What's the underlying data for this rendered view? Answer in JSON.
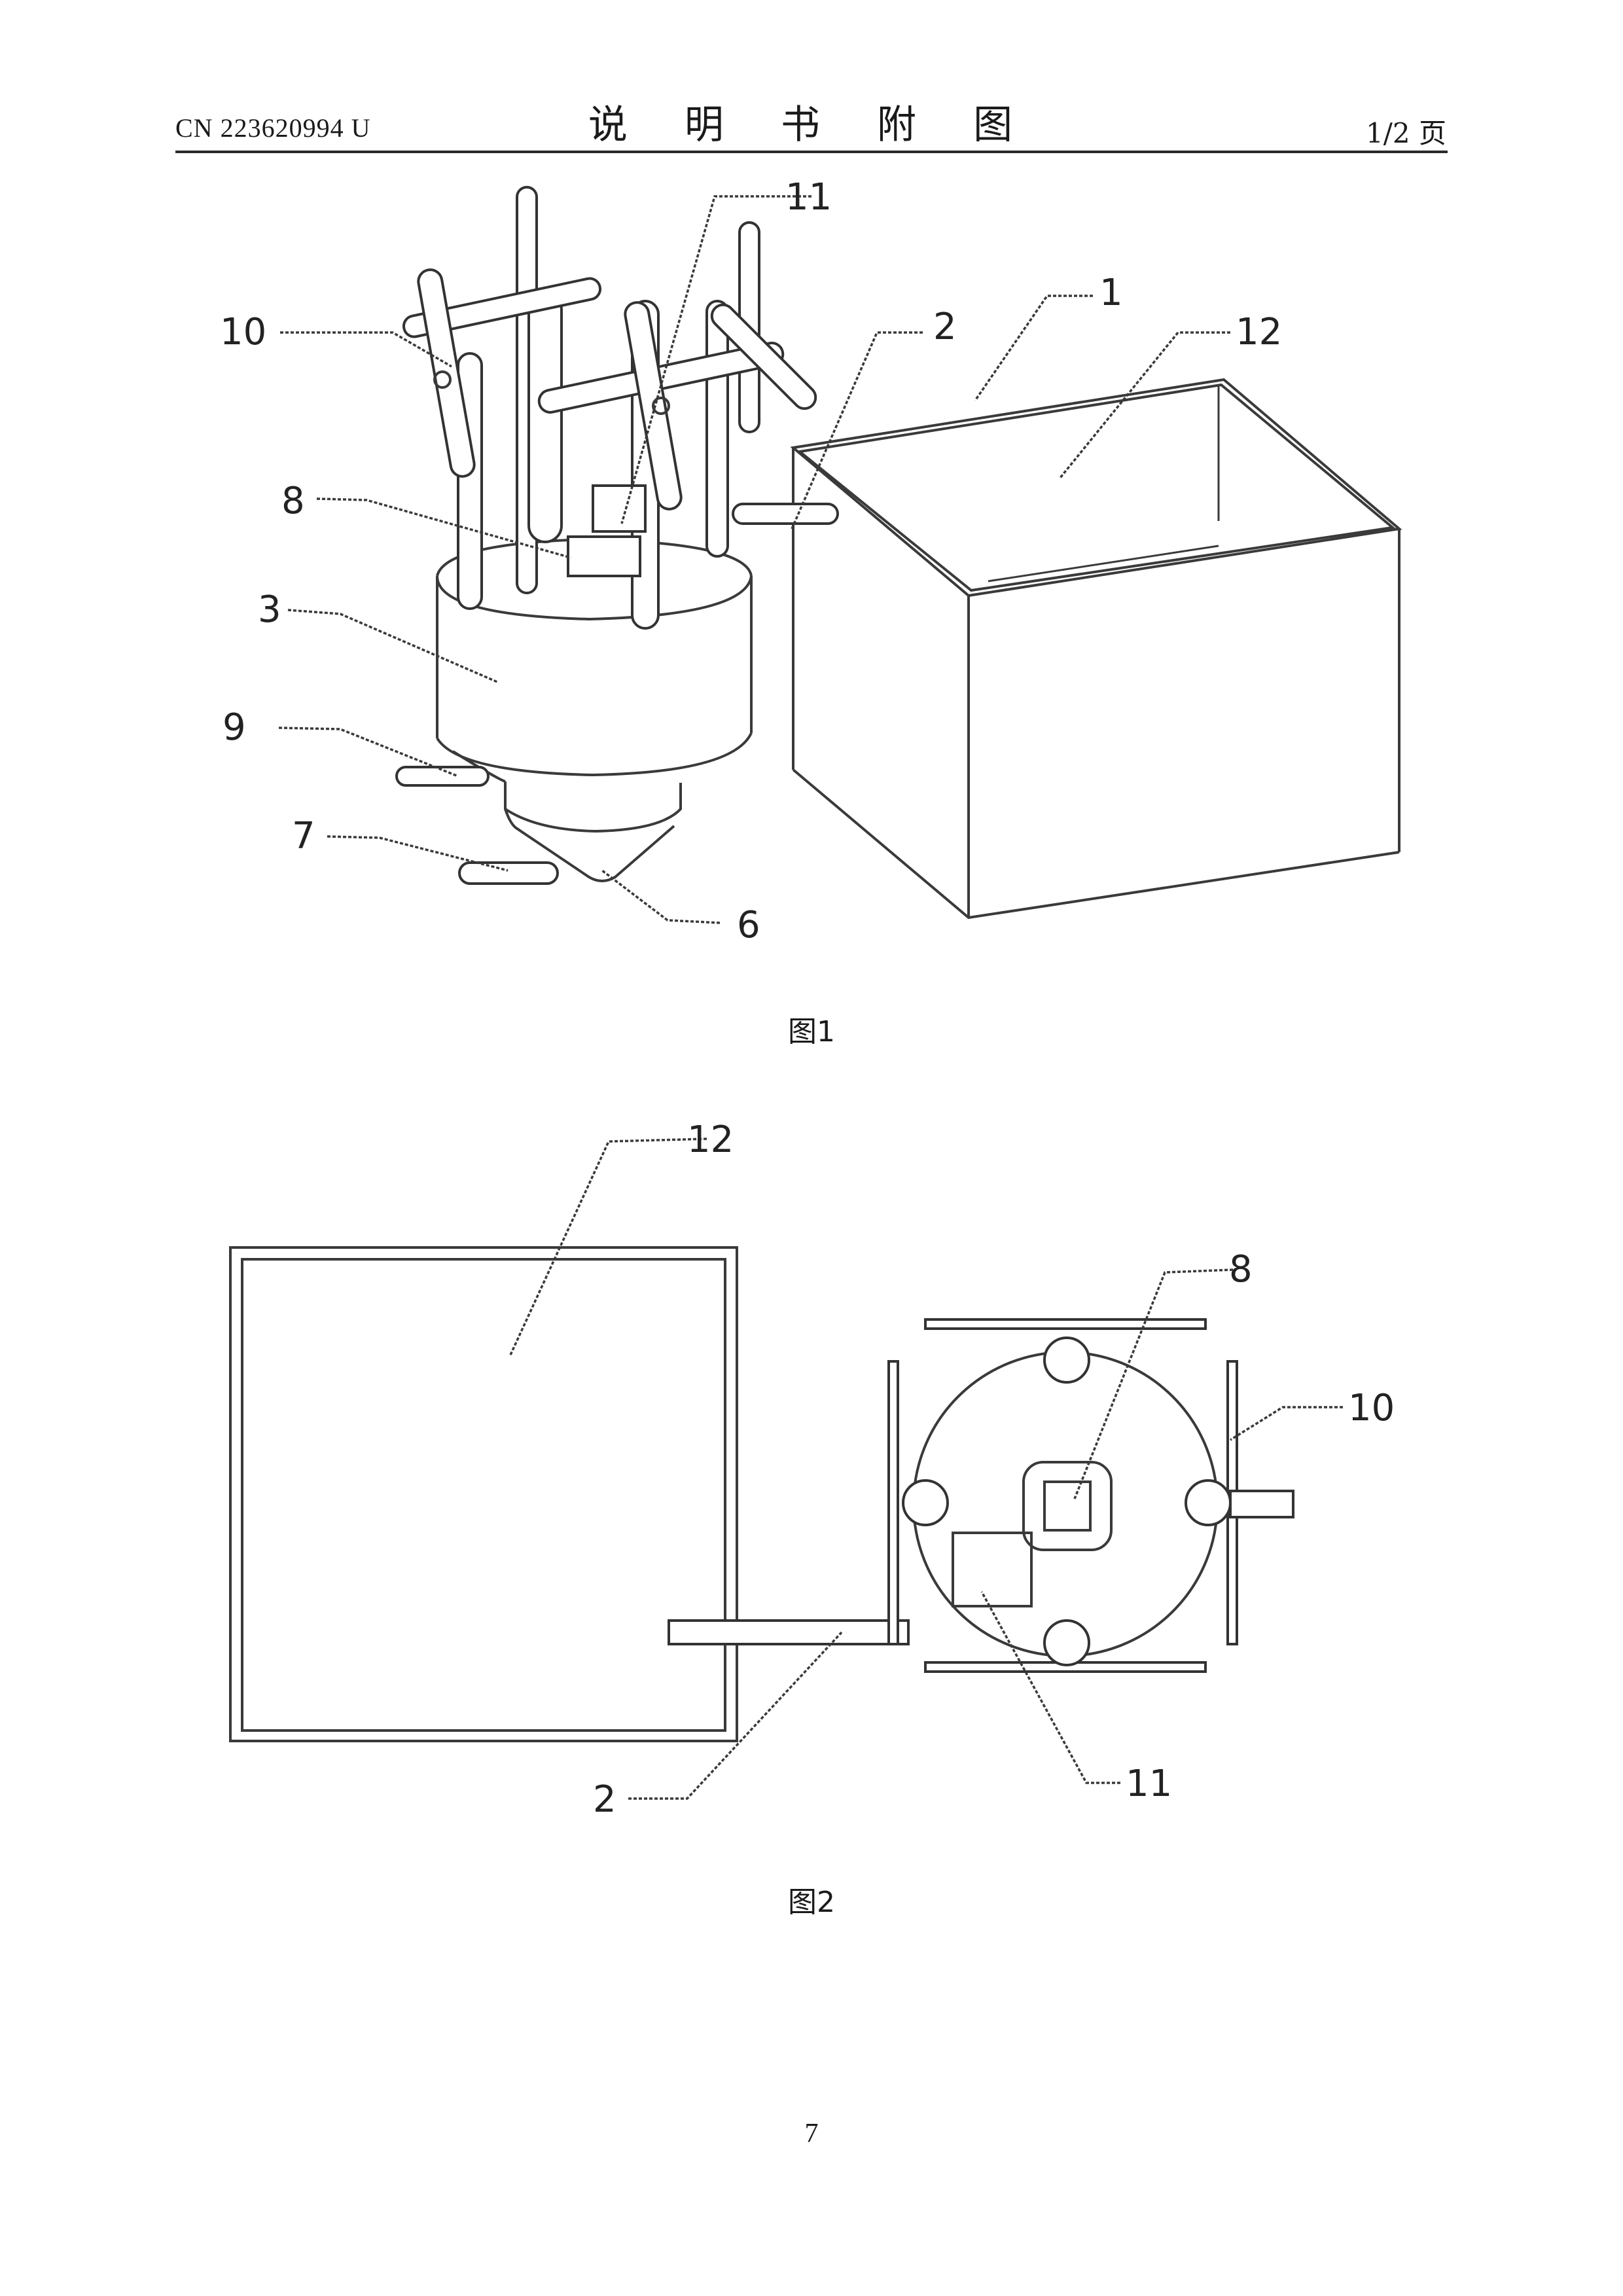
{
  "header": {
    "doc_number": "CN 223620994 U",
    "title": "说 明 书 附 图",
    "page_of": "1/2 页"
  },
  "figures": [
    {
      "caption": "图1",
      "labels": [
        "11",
        "10",
        "2",
        "1",
        "12",
        "8",
        "3",
        "9",
        "7",
        "6"
      ]
    },
    {
      "caption": "图2",
      "labels": [
        "12",
        "8",
        "10",
        "2",
        "11"
      ]
    }
  ],
  "footer": {
    "page_number": "7"
  }
}
